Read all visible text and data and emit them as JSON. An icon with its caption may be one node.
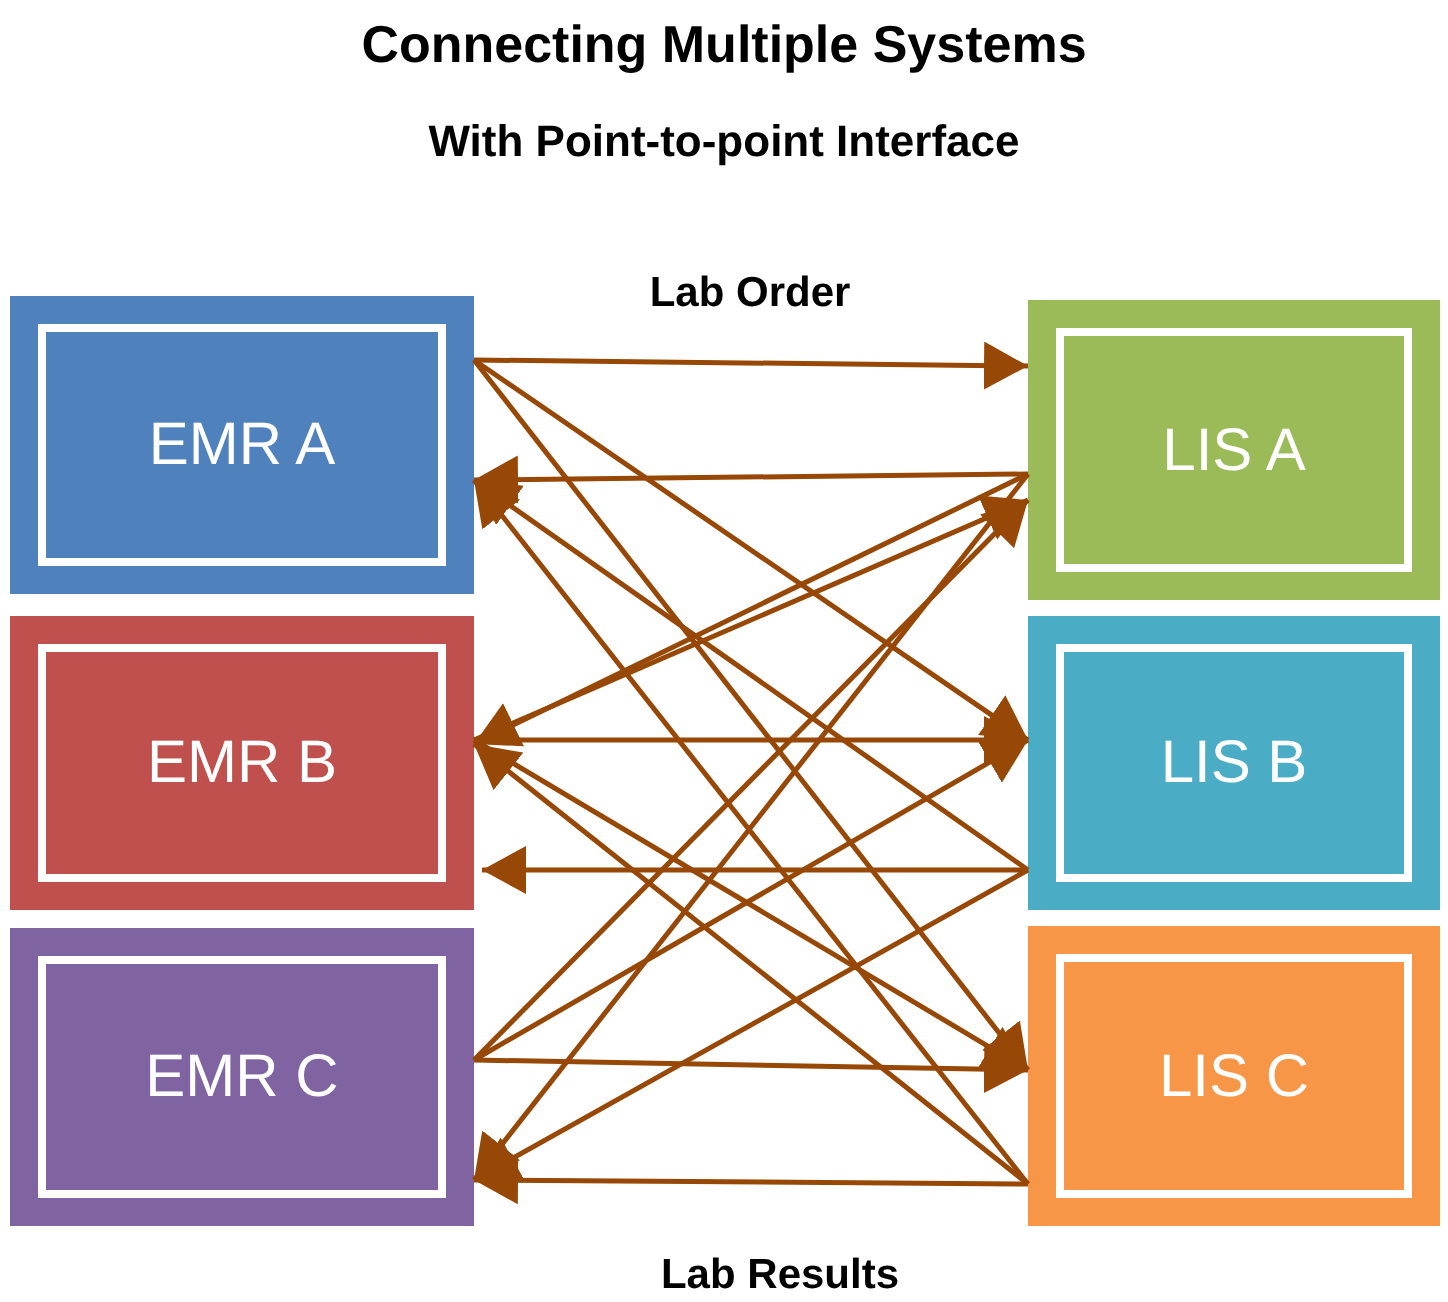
{
  "diagram": {
    "title": "Connecting Multiple Systems",
    "nodes": [
      {
        "text": [
          "EMR A"
        ]
      },
      {
        "text": [
          "EMR B"
        ]
      },
      {
        "text": [
          "EMR C"
        ]
      },
      {
        "text": [
          "LIS A"
        ]
      },
      {
        "text": [
          "LIS B"
        ]
      },
      {
        "text": [
          "LIS C"
        ]
      }
    ],
    "edges": [
      {
        "from": 0,
        "to": 3,
        "arrow": "to"
      },
      {
        "from": 0,
        "to": 4,
        "arrow": "to"
      },
      {
        "from": 0,
        "to": 5,
        "arrow": "to"
      },
      {
        "from": 1,
        "to": 3,
        "arrow": "to"
      },
      {
        "from": 1,
        "to": 4,
        "arrow": "to"
      },
      {
        "from": 1,
        "to": 5,
        "arrow": "to"
      },
      {
        "from": 2,
        "to": 3,
        "arrow": "to"
      },
      {
        "from": 2,
        "to": 4,
        "arrow": "to"
      },
      {
        "from": 2,
        "to": 5,
        "arrow": "to"
      },
      {
        "from": 3,
        "to": 0,
        "arrow": "to"
      },
      {
        "from": 3,
        "to": 1,
        "arrow": "to"
      },
      {
        "from": 3,
        "to": 2,
        "arrow": "to"
      },
      {
        "from": 4,
        "to": 0,
        "arrow": "to"
      },
      {
        "from": 4,
        "to": 1,
        "arrow": "to"
      },
      {
        "from": 4,
        "to": 2,
        "arrow": "to"
      },
      {
        "from": 5,
        "to": 0,
        "arrow": "to"
      },
      {
        "from": 5,
        "to": 1,
        "arrow": "to"
      },
      {
        "from": 5,
        "to": 2,
        "arrow": "to"
      }
    ],
    "labels": [
      "With Point-to-point Interface",
      "Lab Order",
      "Lab Results"
    ]
  }
}
